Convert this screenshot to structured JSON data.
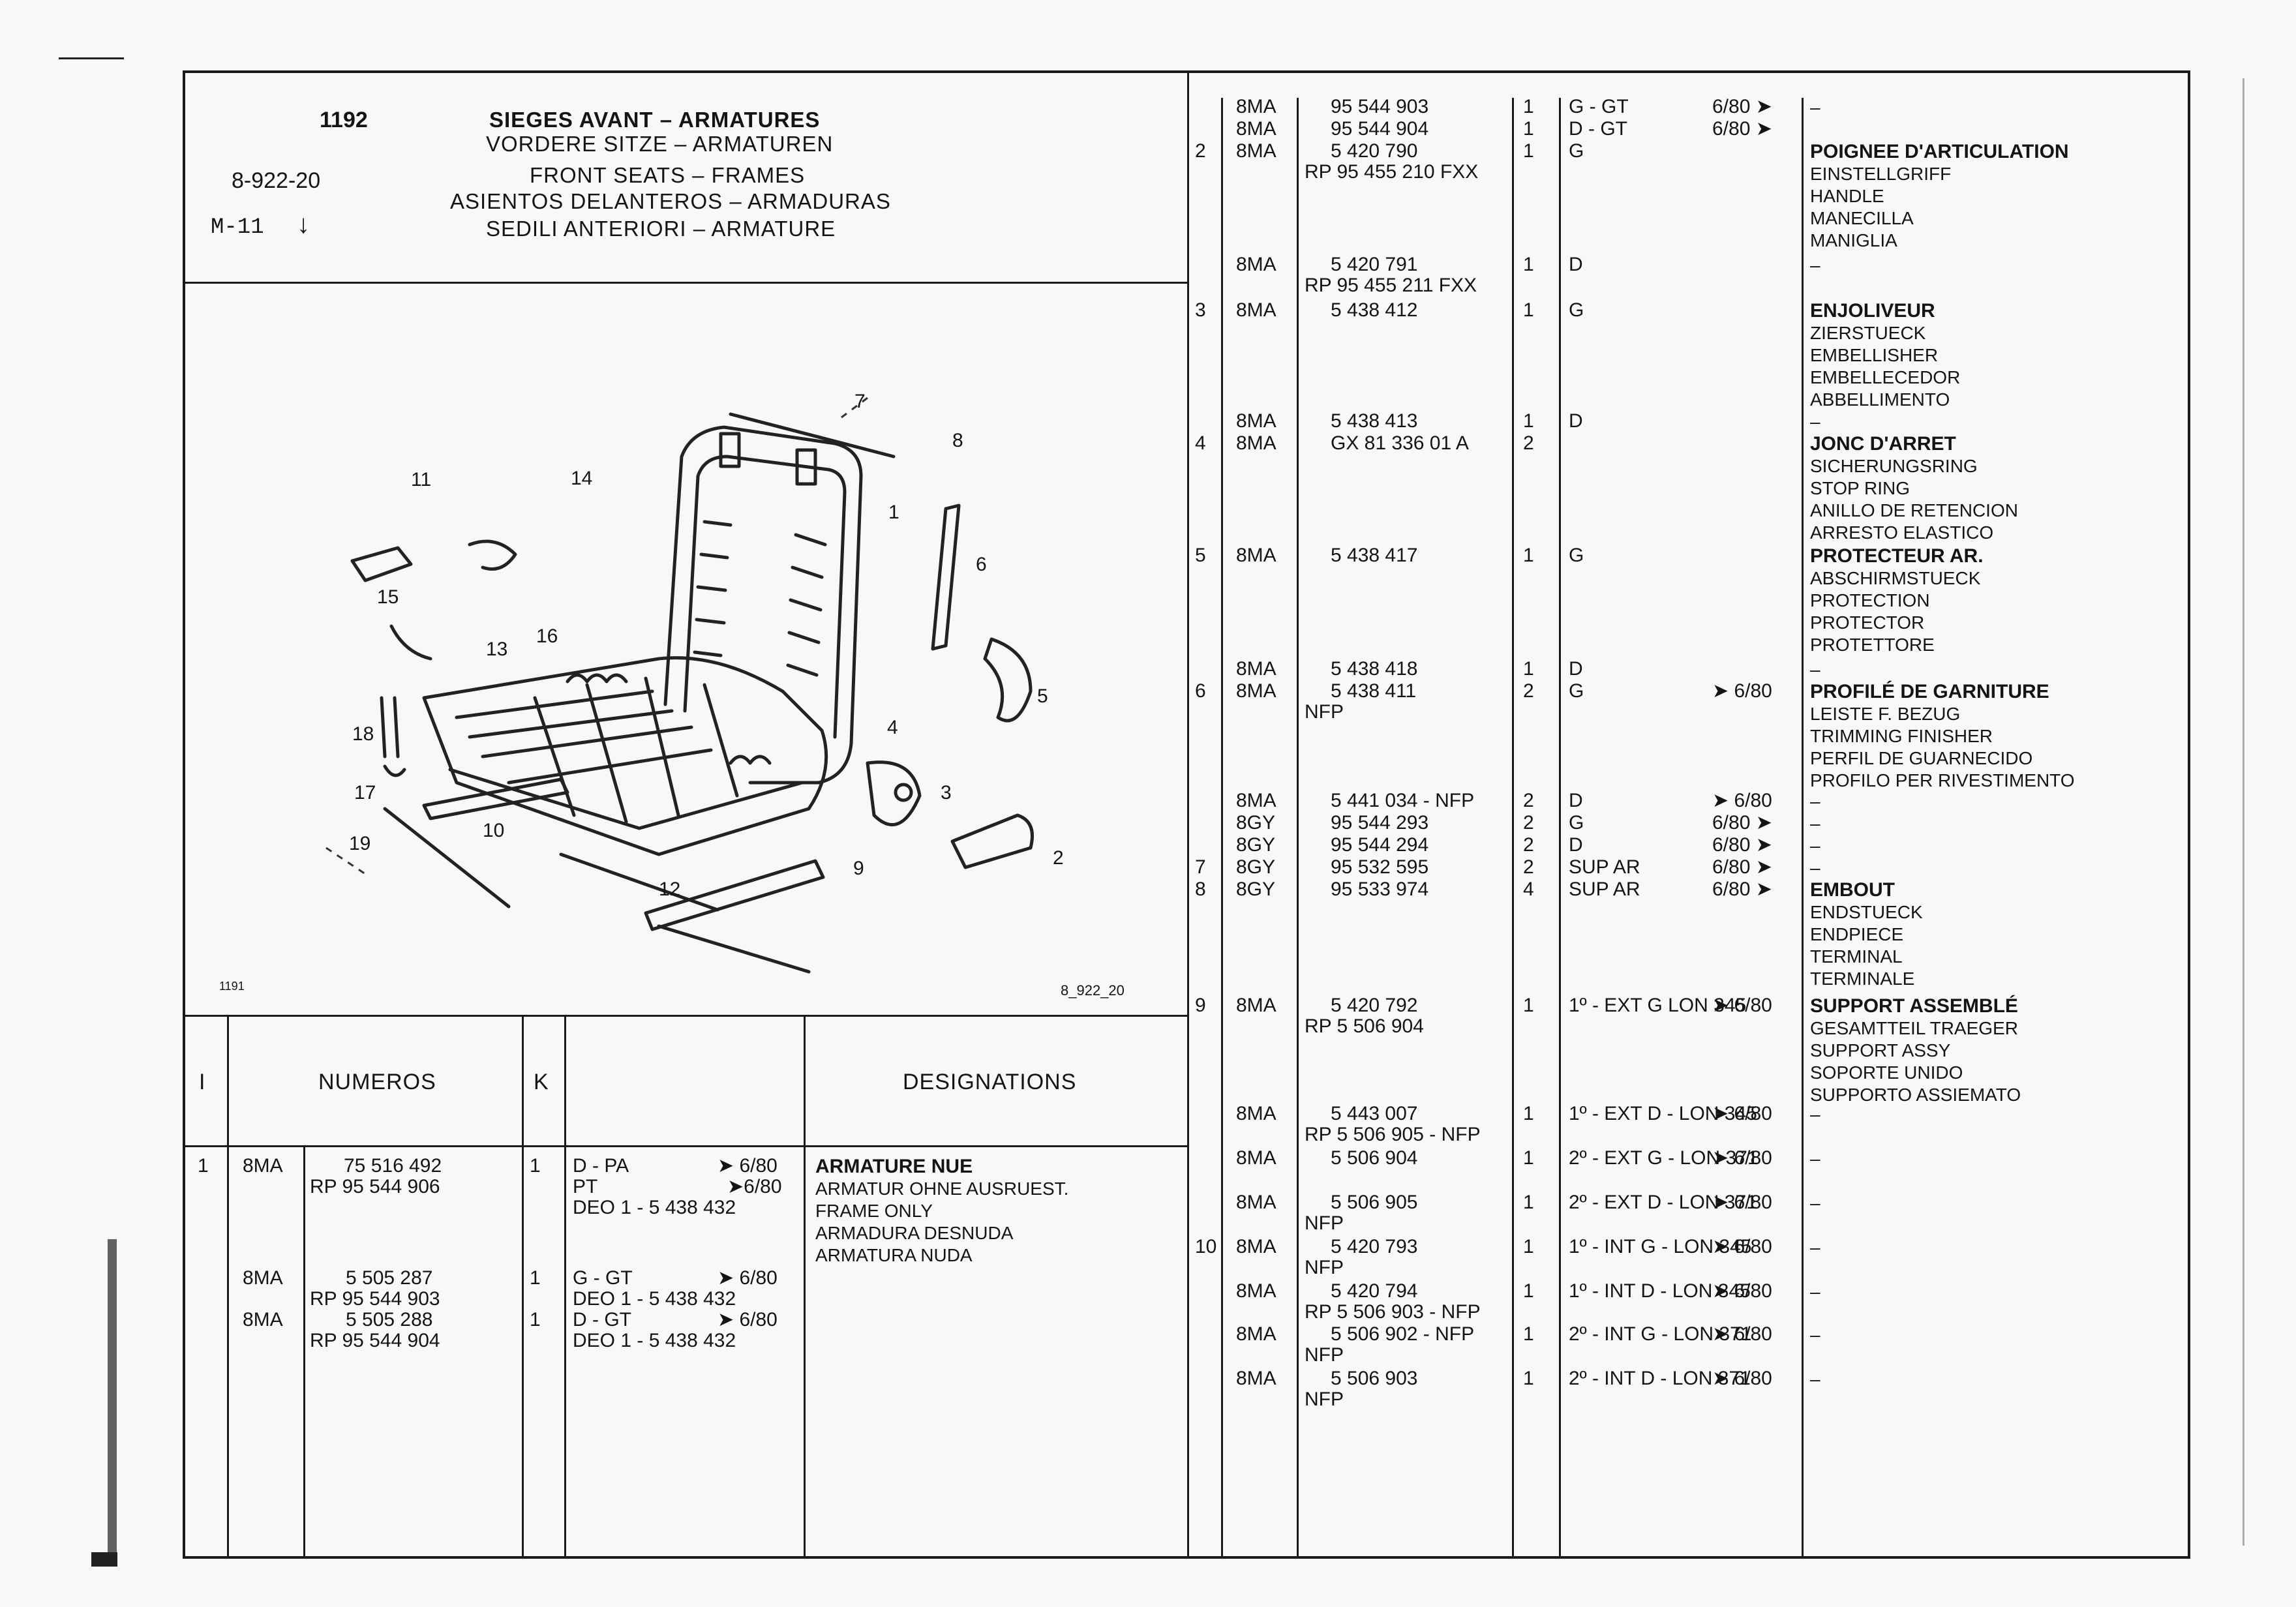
{
  "header": {
    "number": "1192",
    "ref": "8-922-20",
    "model": "M-11",
    "arrow": "↓",
    "titles": [
      "SIEGES AVANT – ARMATURES",
      "VORDERE SITZE – ARMATUREN",
      "FRONT SEATS – FRAMES",
      "ASIENTOS DELANTEROS – ARMADURAS",
      "SEDILI ANTERIORI – ARMATURE"
    ]
  },
  "diagram": {
    "callouts": [
      "7",
      "8",
      "11",
      "14",
      "1",
      "6",
      "15",
      "13",
      "16",
      "5",
      "18",
      "4",
      "17",
      "3",
      "10",
      "19",
      "9",
      "2",
      "12"
    ],
    "foot_left": "1191",
    "foot_right": "8_922_20"
  },
  "table_header": {
    "col_i": "I",
    "col_numeros": "NUMEROS",
    "col_k": "K",
    "col_designations": "DESIGNATIONS"
  },
  "left_rows": [
    {
      "item": "1",
      "model": "8MA",
      "num": "75 516 492",
      "num2": "RP 95 544 906",
      "k": "1",
      "v1": "D - PA",
      "v2": "➤ 6/80",
      "v3": "PT",
      "v4": "➤6/80",
      "v5": "DEO 1 - 5 438 432",
      "d": [
        "ARMATURE NUE",
        "ARMATUR OHNE AUSRUEST.",
        "FRAME ONLY",
        "ARMADURA DESNUDA",
        "ARMATURA NUDA"
      ]
    },
    {
      "item": "",
      "model": "8MA",
      "num": "5 505 287",
      "num2": "RP 95 544 903",
      "k": "1",
      "v1": "G - GT",
      "v2": "➤ 6/80",
      "v3": "DEO 1 - 5 438 432"
    },
    {
      "item": "",
      "model": "8MA",
      "num": "5 505 288",
      "num2": "RP 95 544 904",
      "k": "1",
      "v1": "D - GT",
      "v2": "➤ 6/80",
      "v3": "DEO 1 - 5 438 432"
    }
  ],
  "right_rows": [
    {
      "item": "",
      "model": "8MA",
      "num": "95 544 903",
      "k": "1",
      "v": "G - GT",
      "e": "6/80 ➤",
      "d": [
        "–"
      ]
    },
    {
      "item": "",
      "model": "8MA",
      "num": "95 544 904",
      "k": "1",
      "v": "D - GT",
      "e": "6/80 ➤",
      "d": []
    },
    {
      "item": "2",
      "model": "8MA",
      "num": "5 420 790",
      "num2": "RP 95 455 210 FXX",
      "k": "1",
      "v": "G",
      "e": "",
      "d": [
        "POIGNEE D'ARTICULATION",
        "EINSTELLGRIFF",
        "HANDLE",
        "MANECILLA",
        "MANIGLIA"
      ]
    },
    {
      "item": "",
      "model": "8MA",
      "num": "5 420 791",
      "num2": "RP 95 455 211 FXX",
      "k": "1",
      "v": "D",
      "e": "",
      "d": [
        "–"
      ]
    },
    {
      "item": "3",
      "model": "8MA",
      "num": "5 438 412",
      "k": "1",
      "v": "G",
      "e": "",
      "d": [
        "ENJOLIVEUR",
        "ZIERSTUECK",
        "EMBELLISHER",
        "EMBELLECEDOR",
        "ABBELLIMENTO"
      ]
    },
    {
      "item": "",
      "model": "8MA",
      "num": "5 438 413",
      "k": "1",
      "v": "D",
      "e": "",
      "d": [
        "–"
      ]
    },
    {
      "item": "4",
      "model": "8MA",
      "num": "GX 81 336 01 A",
      "k": "2",
      "v": "",
      "e": "",
      "d": [
        "JONC D'ARRET",
        "SICHERUNGSRING",
        "STOP RING",
        "ANILLO DE RETENCION",
        "ARRESTO ELASTICO"
      ]
    },
    {
      "item": "5",
      "model": "8MA",
      "num": "5 438 417",
      "k": "1",
      "v": "G",
      "e": "",
      "d": [
        "PROTECTEUR AR.",
        "ABSCHIRMSTUECK",
        "PROTECTION",
        "PROTECTOR",
        "PROTETTORE"
      ]
    },
    {
      "item": "",
      "model": "8MA",
      "num": "5 438 418",
      "k": "1",
      "v": "D",
      "e": "",
      "d": [
        "–"
      ]
    },
    {
      "item": "6",
      "model": "8MA",
      "num": "5 438 411",
      "num2": "NFP",
      "k": "2",
      "v": "G",
      "e": "➤ 6/80",
      "d": [
        "PROFILÉ DE GARNITURE",
        "LEISTE F. BEZUG",
        "TRIMMING FINISHER",
        "PERFIL DE GUARNECIDO",
        "PROFILO PER RIVESTIMENTO"
      ]
    },
    {
      "item": "",
      "model": "8MA",
      "num": "5 441 034 - NFP",
      "k": "2",
      "v": "D",
      "e": "➤ 6/80",
      "d": [
        "–"
      ]
    },
    {
      "item": "",
      "model": "8GY",
      "num": "95 544 293",
      "k": "2",
      "v": "G",
      "e": "6/80 ➤",
      "d": [
        "–"
      ]
    },
    {
      "item": "",
      "model": "8GY",
      "num": "95 544 294",
      "k": "2",
      "v": "D",
      "e": "6/80 ➤",
      "d": [
        "–"
      ]
    },
    {
      "item": "7",
      "model": "8GY",
      "num": "95 532 595",
      "k": "2",
      "v": "SUP AR",
      "e": "6/80 ➤",
      "d": [
        "–"
      ]
    },
    {
      "item": "8",
      "model": "8GY",
      "num": "95 533 974",
      "k": "4",
      "v": "SUP AR",
      "e": "6/80 ➤",
      "d": [
        "EMBOUT",
        "ENDSTUECK",
        "ENDPIECE",
        "TERMINAL",
        "TERMINALE"
      ]
    },
    {
      "item": "9",
      "model": "8MA",
      "num": "5 420 792",
      "num2": "RP 5 506 904",
      "k": "1",
      "v": "1º - EXT G   LON 345",
      "e": "➤ 6/80",
      "d": [
        "SUPPORT ASSEMBLÉ",
        "GESAMTTEIL TRAEGER",
        "SUPPORT ASSY",
        "SOPORTE UNIDO",
        "SUPPORTO ASSIEMATO"
      ]
    },
    {
      "item": "",
      "model": "8MA",
      "num": "5 443 007",
      "num2": "RP 5 506 905 - NFP",
      "k": "1",
      "v": "1º - EXT D - LON 345",
      "e": "➤ 6/80",
      "d": [
        "–"
      ]
    },
    {
      "item": "",
      "model": "8MA",
      "num": "5 506 904",
      "k": "1",
      "v": "2º - EXT G - LON 371",
      "e": "➤ 6/80",
      "d": [
        "–"
      ]
    },
    {
      "item": "",
      "model": "8MA",
      "num": "5 506 905",
      "num2": "NFP",
      "k": "1",
      "v": "2º - EXT D - LON 371",
      "e": "➤ 6/80",
      "d": [
        "–"
      ]
    },
    {
      "item": "10",
      "model": "8MA",
      "num": "5 420 793",
      "num2": "NFP",
      "k": "1",
      "v": "1º - INT G - LON 345",
      "e": "➤ 6/80",
      "d": [
        "–"
      ]
    },
    {
      "item": "",
      "model": "8MA",
      "num": "5 420 794",
      "num2": "RP 5 506 903  - NFP",
      "k": "1",
      "v": "1º - INT D - LON 345",
      "e": "➤ 6/80",
      "d": [
        "–"
      ]
    },
    {
      "item": "",
      "model": "8MA",
      "num": "5 506 902 - NFP",
      "num2": "NFP",
      "k": "1",
      "v": "2º - INT G - LON 371",
      "e": "➤ 6/80",
      "d": [
        "–"
      ]
    },
    {
      "item": "",
      "model": "8MA",
      "num": "5 506 903",
      "num2": "NFP",
      "k": "1",
      "v": "2º - INT D - LON 371",
      "e": "➤ 6/80",
      "d": [
        "–"
      ]
    }
  ]
}
